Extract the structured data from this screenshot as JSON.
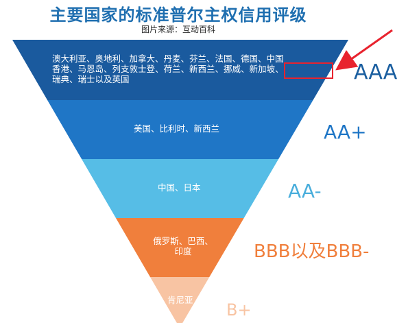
{
  "title": "主要国家的标准普尔主权信用评级",
  "subtitle": "图片来源：互动百科",
  "watermark": "",
  "tiers": [
    {
      "rating": "AAA",
      "color": "#1a5a9e",
      "rating_color": "#1b5fa0",
      "lines": [
        "澳大利亚、奥地利、加拿大、丹麦、芬兰、法国、德国、中国",
        "香港、马恩岛、列支敦士登、荷兰、新西兰、挪威、新加坡、",
        "瑞典、瑞士以及英国"
      ],
      "highlighted": "新加坡、"
    },
    {
      "rating": "AA+",
      "color": "#1f76c6",
      "rating_color": "#1f76c6",
      "lines": [
        "美国、比利时、新西兰"
      ]
    },
    {
      "rating": "AA-",
      "color": "#56bde6",
      "rating_color": "#4aaedc",
      "lines": [
        "中国、日本"
      ]
    },
    {
      "rating": "BBB以及BBB-",
      "color": "#f07f3c",
      "rating_color": "#f07f3c",
      "lines": [
        "俄罗斯、巴西、",
        "印度"
      ]
    },
    {
      "rating": "B+",
      "color": "#f8c4a3",
      "rating_color": "#f8c4a3",
      "lines": [
        "肯尼亚"
      ]
    }
  ],
  "arrow_color": "#e8232e"
}
